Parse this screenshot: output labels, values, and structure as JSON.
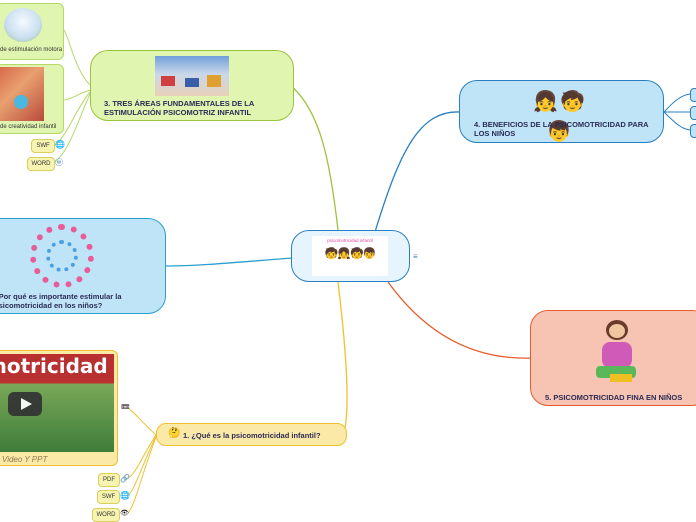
{
  "central": {
    "title": "psicomotricidad infantil"
  },
  "nodes": {
    "n3": {
      "label": "3. TRES ÁREAS FUNDAMENTALES DE LA ESTIMULACIÓN PSICOMOTRIZ INFANTIL"
    },
    "n4": {
      "label": "4. BENEFICIOS DE LA PSICOMOTRICIDAD PARA LOS NIÑOS"
    },
    "n2": {
      "label": "¿Por qué es importante estimular la psicomotricidad en los niños?"
    },
    "n5": {
      "label": "5. PSICOMOTRICIDAD FINA EN NIÑOS"
    },
    "n1": {
      "label": "1. ¿Qué es la psicomotricidad infantil?"
    }
  },
  "subtopics": {
    "motora": "de estimulación motora",
    "creatividad": "de creatividad infantil"
  },
  "video": {
    "banner": "motricidad",
    "caption": "Video Y PPT"
  },
  "attachments_n3": [
    "SWF",
    "WORD"
  ],
  "attachments_n1": [
    "PDF",
    "SWF",
    "WORD"
  ],
  "colors": {
    "n3": "#dff5b0",
    "n4": "#bfe3f7",
    "n2": "#bfe3f7",
    "n5": "#f7c4b3",
    "n1": "#fbe9a8",
    "link_green": "#9ac43a",
    "link_blue": "#2a7fc0",
    "link_orange": "#e85c2a",
    "link_yellow": "#f0c030"
  }
}
